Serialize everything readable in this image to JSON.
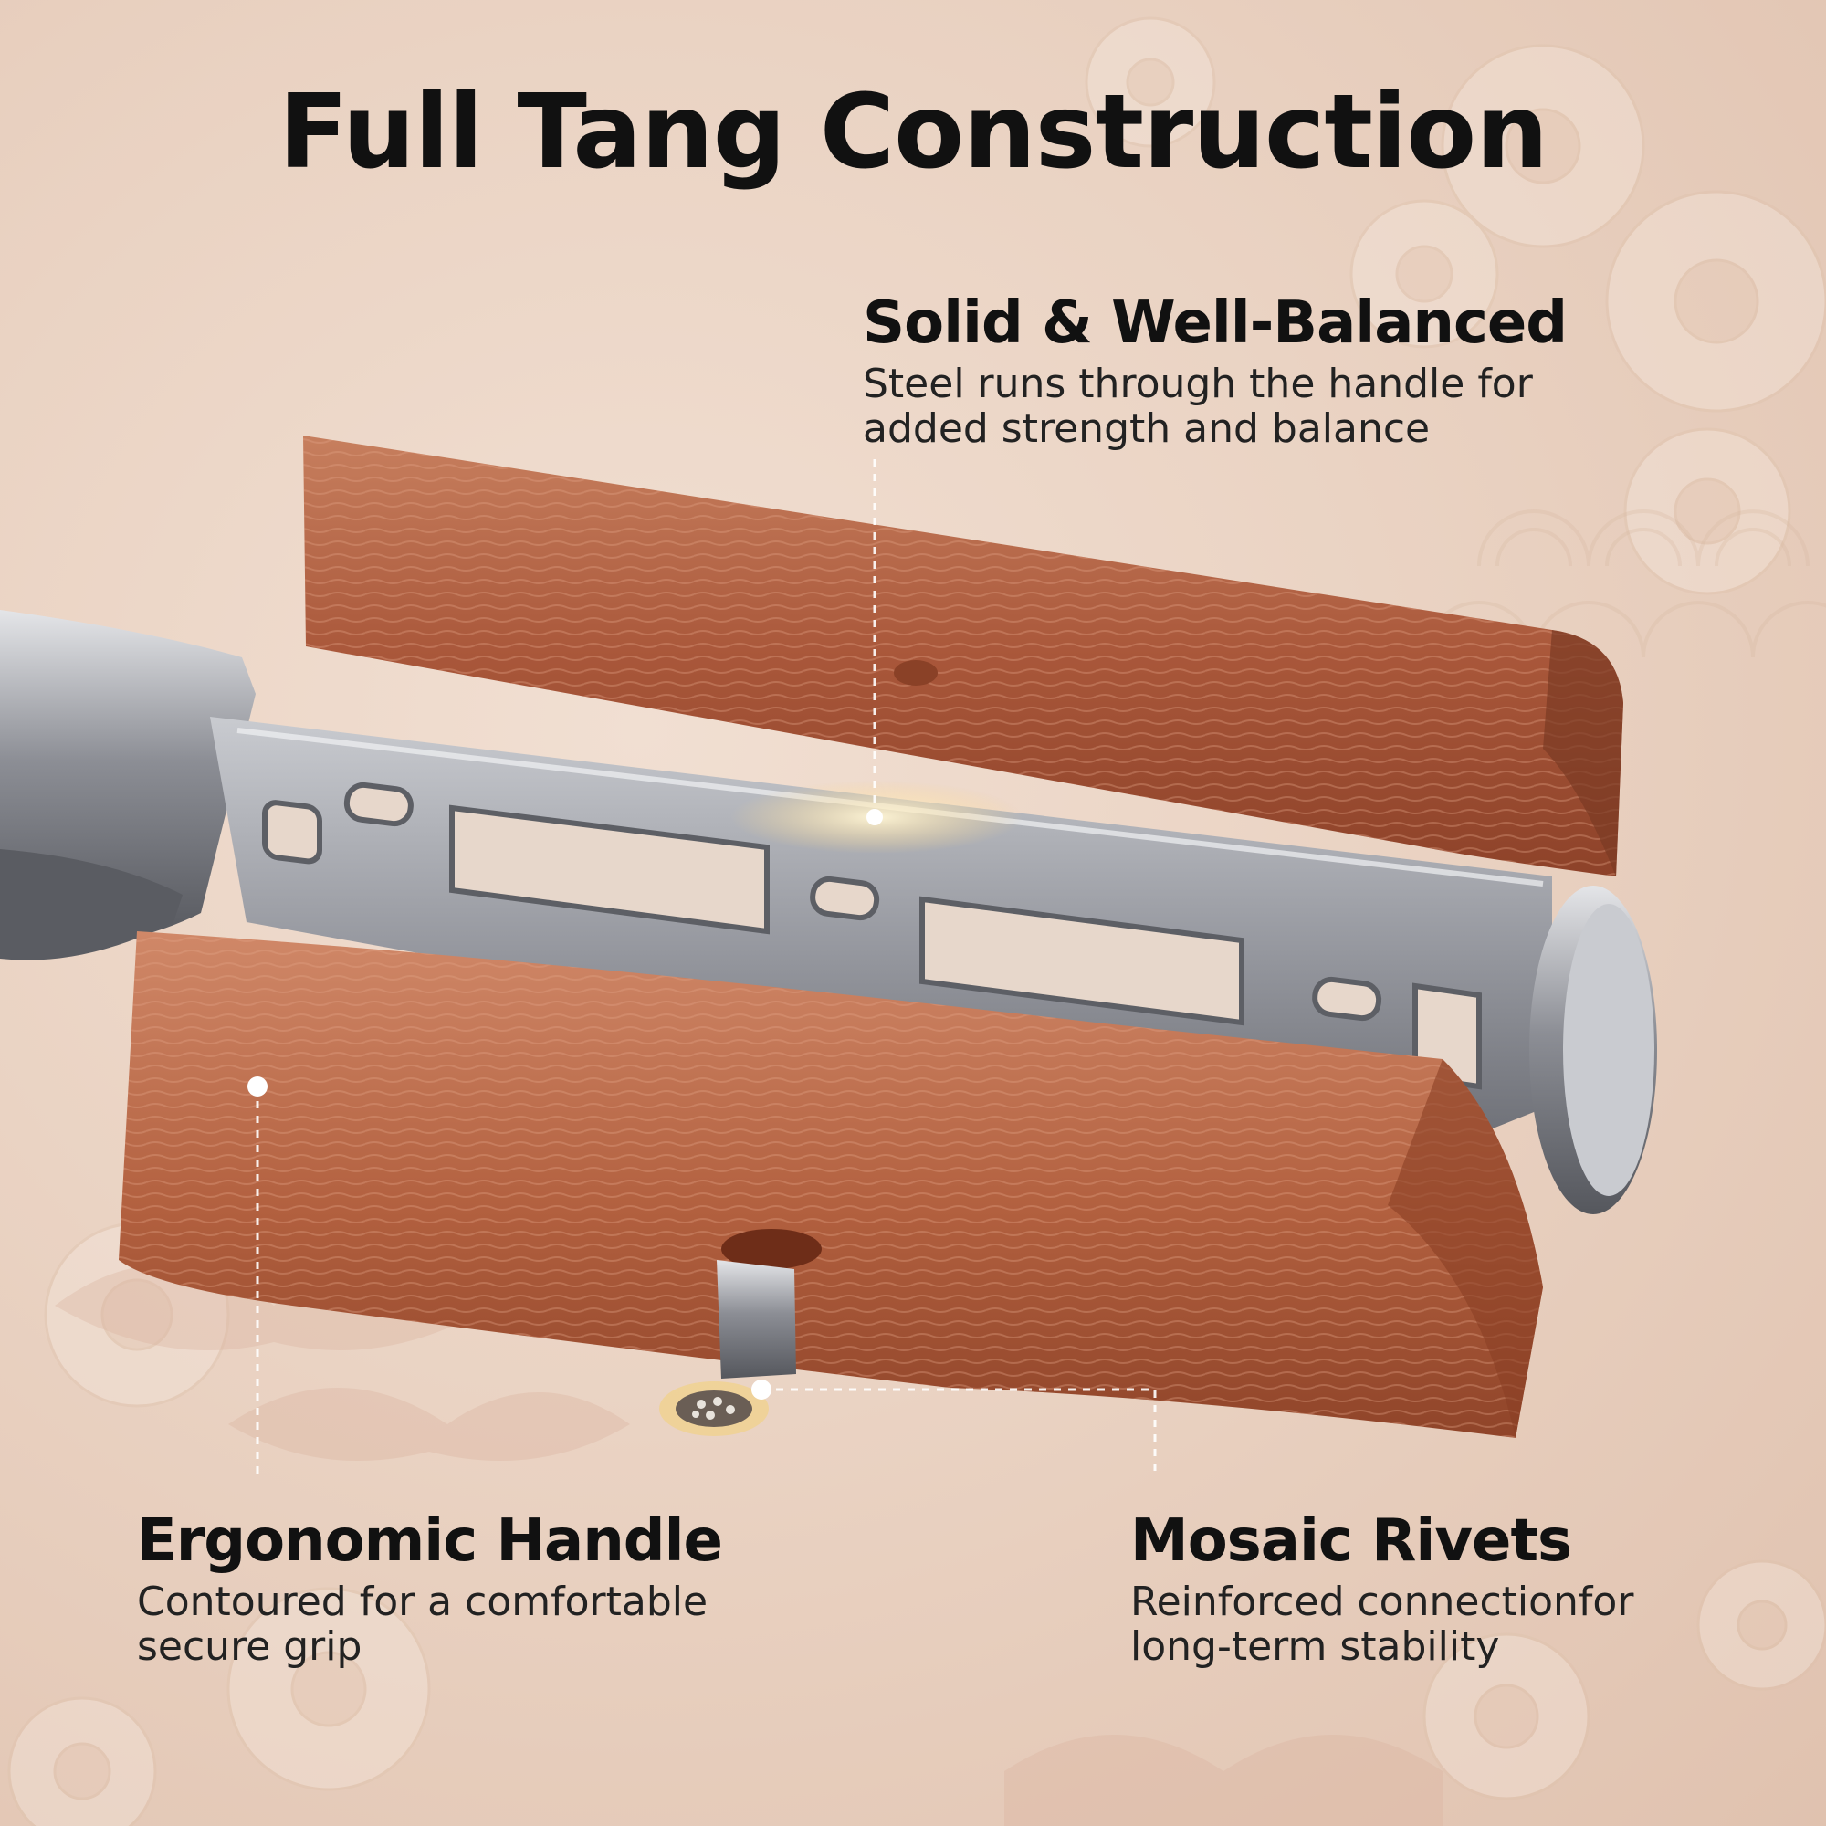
{
  "title": "Full Tang Construction",
  "callouts": {
    "solid": {
      "heading": "Solid & Well-Balanced",
      "text_line1": "Steel runs through the handle  for",
      "text_line2": "added strength and balance"
    },
    "ergonomic": {
      "heading": "Ergonomic Handle",
      "text_line1": "Contoured for a comfortable",
      "text_line2": "secure grip"
    },
    "rivets": {
      "heading": "Mosaic Rivets",
      "text_line1": "Reinforced connectionfor",
      "text_line2": "long-term stability"
    }
  },
  "colors": {
    "background": "#ead3c3",
    "wood": "#a85a3c",
    "steel": "#9a9ca3",
    "text": "#111111"
  },
  "icons": [
    "flower-pattern-icon",
    "wave-pattern-icon",
    "pine-cloud-icon"
  ]
}
